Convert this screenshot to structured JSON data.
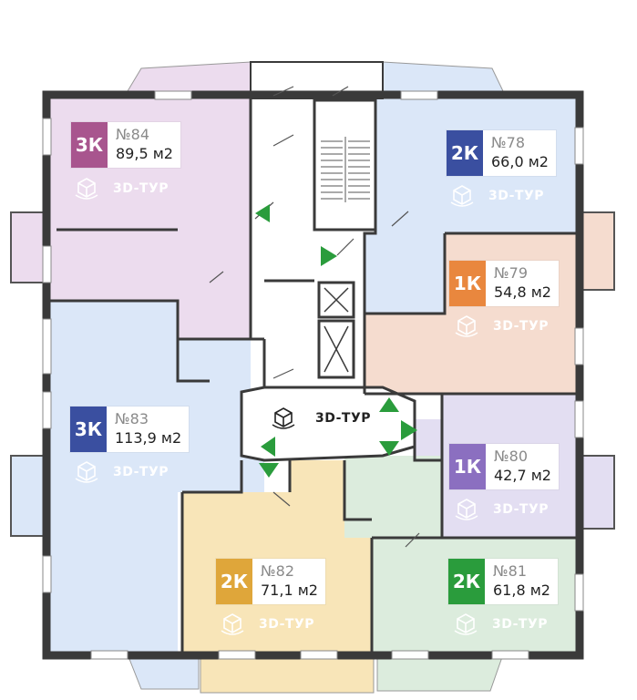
{
  "colors": {
    "wall": "#3a3a3a",
    "pink": "#ecdcee",
    "blue": "#dbe7f8",
    "peach": "#f5dccf",
    "lavender": "#e3def2",
    "yellow": "#f8e5b8",
    "green": "#dcecdd",
    "hall": "#ffffff",
    "arrow": "#2a9c3c"
  },
  "central_tour": {
    "label": "3D-ТУР",
    "icon": "cube-rotate-icon"
  },
  "apartments": [
    {
      "id": "84",
      "type": "3К",
      "number": "№84",
      "area": "89,5 м2",
      "badge_color": "#a8558e",
      "tour_label": "3D-ТУР"
    },
    {
      "id": "78",
      "type": "2К",
      "number": "№78",
      "area": "66,0 м2",
      "badge_color": "#3a4fa0",
      "tour_label": "3D-ТУР"
    },
    {
      "id": "79",
      "type": "1К",
      "number": "№79",
      "area": "54,8 м2",
      "badge_color": "#e9873e",
      "tour_label": "3D-ТУР"
    },
    {
      "id": "83",
      "type": "3К",
      "number": "№83",
      "area": "113,9 м2",
      "badge_color": "#3a4fa0",
      "tour_label": "3D-ТУР"
    },
    {
      "id": "80",
      "type": "1К",
      "number": "№80",
      "area": "42,7 м2",
      "badge_color": "#8b6fc0",
      "tour_label": "3D-ТУР"
    },
    {
      "id": "82",
      "type": "2К",
      "number": "№82",
      "area": "71,1 м2",
      "badge_color": "#dfa63a",
      "tour_label": "3D-ТУР"
    },
    {
      "id": "81",
      "type": "2К",
      "number": "№81",
      "area": "61,8 м2",
      "badge_color": "#2a9c3c",
      "tour_label": "3D-ТУР"
    }
  ]
}
